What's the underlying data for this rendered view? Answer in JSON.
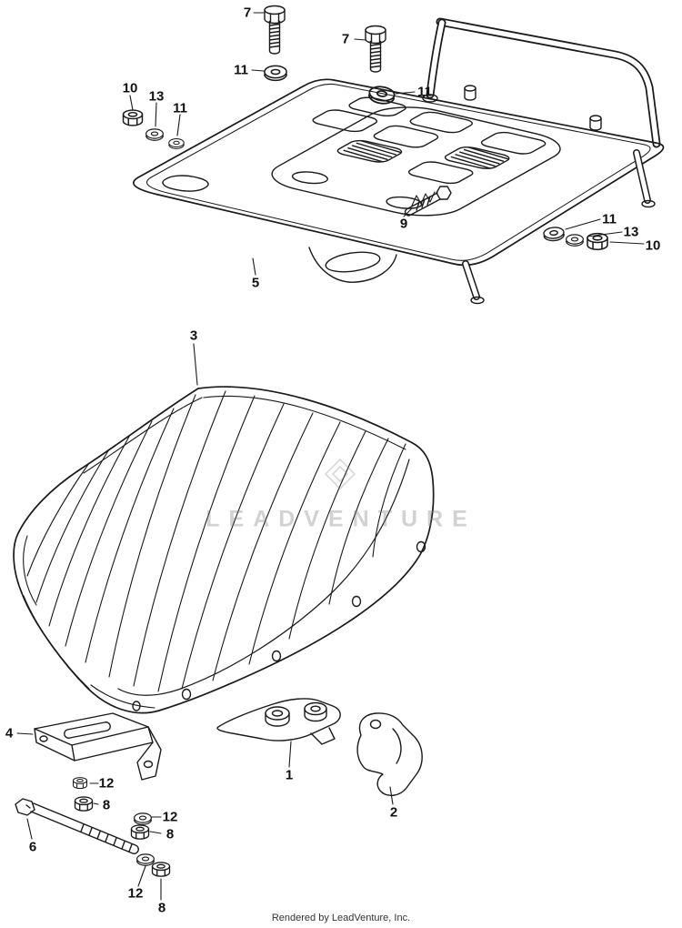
{
  "page": {
    "watermark": "LEADVENTURE",
    "footer": "Rendered by LeadVenture, Inc."
  },
  "colors": {
    "line": "#1a1a1a",
    "background": "#ffffff",
    "watermark": "#bfbfbf",
    "callout_text": "#111111"
  },
  "callouts": [
    {
      "label": "7"
    },
    {
      "label": "11"
    },
    {
      "label": "7"
    },
    {
      "label": "11"
    },
    {
      "label": "10"
    },
    {
      "label": "13"
    },
    {
      "label": "11"
    },
    {
      "label": "9"
    },
    {
      "label": "11"
    },
    {
      "label": "13"
    },
    {
      "label": "10"
    },
    {
      "label": "5"
    },
    {
      "label": "3"
    },
    {
      "label": "4"
    },
    {
      "label": "12"
    },
    {
      "label": "8"
    },
    {
      "label": "6"
    },
    {
      "label": "12"
    },
    {
      "label": "8"
    },
    {
      "label": "1"
    },
    {
      "label": "2"
    },
    {
      "label": "12"
    },
    {
      "label": "8"
    }
  ]
}
